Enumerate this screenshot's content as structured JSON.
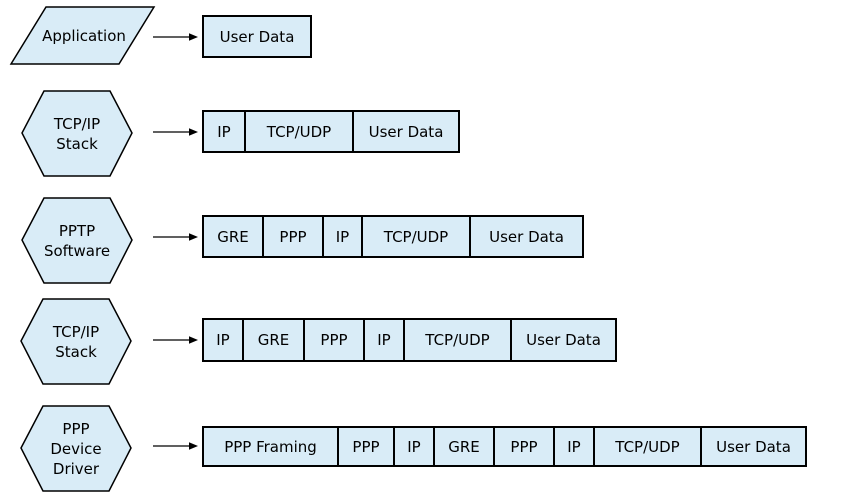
{
  "diagram": {
    "description": "PPTP packet encapsulation layers",
    "colors": {
      "shape_fill": "#D9ECF7",
      "shape_stroke": "#000000",
      "text": "#000000",
      "background": "#FFFFFF"
    },
    "rows": [
      {
        "shape_type": "parallelogram",
        "shape_label_lines": [
          "Application"
        ],
        "segments": [
          "User Data"
        ]
      },
      {
        "shape_type": "hexagon",
        "shape_label_lines": [
          "TCP/IP",
          "Stack"
        ],
        "segments": [
          "IP",
          "TCP/UDP",
          "User Data"
        ]
      },
      {
        "shape_type": "hexagon",
        "shape_label_lines": [
          "PPTP",
          "Software"
        ],
        "segments": [
          "GRE",
          "PPP",
          "IP",
          "TCP/UDP",
          "User Data"
        ]
      },
      {
        "shape_type": "hexagon",
        "shape_label_lines": [
          "TCP/IP",
          "Stack"
        ],
        "segments": [
          "IP",
          "GRE",
          "PPP",
          "IP",
          "TCP/UDP",
          "User Data"
        ]
      },
      {
        "shape_type": "hexagon",
        "shape_label_lines": [
          "PPP",
          "Device",
          "Driver"
        ],
        "segments": [
          "PPP Framing",
          "PPP",
          "IP",
          "GRE",
          "PPP",
          "IP",
          "TCP/UDP",
          "User Data"
        ]
      }
    ]
  }
}
